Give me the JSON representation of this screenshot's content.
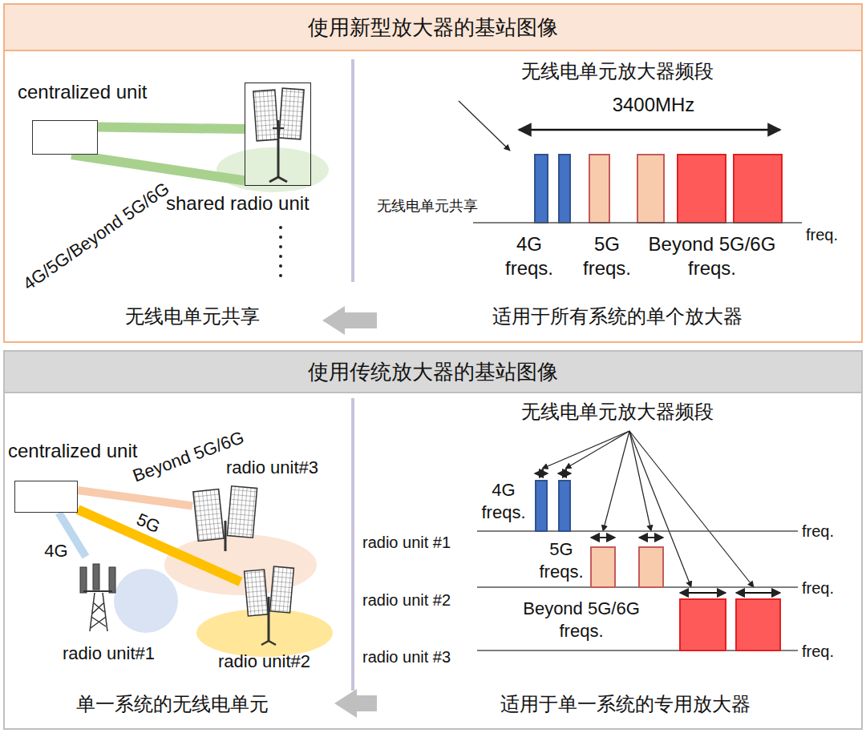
{
  "diagram": {
    "nodes": [
      {
        "text": [
          "使用新型放大器的基站图像"
        ]
      },
      {
        "text": [
          "centralized unit"
        ],
        "in": 0
      },
      {
        "text": [
          "shared radio unit"
        ],
        "in": 0
      },
      {
        "text": [
          "使用传统放大器的基站图像"
        ]
      },
      {
        "text": [
          "centralized unit"
        ],
        "in": 3
      },
      {
        "text": [
          "radio unit#3"
        ],
        "in": 3
      },
      {
        "text": [
          "radio unit#2"
        ],
        "in": 3
      },
      {
        "text": [
          "radio unit#1"
        ],
        "in": 3
      }
    ],
    "edges": [
      {
        "from": 1,
        "to": 2,
        "arrow": "none"
      },
      {
        "from": 1,
        "to": 2,
        "arrow": "none",
        "label": "4G/5G/Beyond 5G/6G"
      },
      {
        "from": 4,
        "to": 7,
        "arrow": "none",
        "label": "4G"
      },
      {
        "from": 4,
        "to": 6,
        "arrow": "none",
        "label": "5G"
      },
      {
        "from": 4,
        "to": 5,
        "arrow": "none",
        "label": "Beyond 5G/6G"
      }
    ],
    "labels": [
      "无线电单元放大器频段",
      "3400MHz",
      "无线电单元共享",
      "4G freqs.",
      "5G freqs.",
      "Beyond 5G/6G freqs.",
      "freq.",
      "无线电单元共享",
      "适用于所有系统的单个放大器",
      "无线电单元放大器频段",
      "4G freqs.",
      "radio unit #1",
      "5G freqs.",
      "radio unit #2",
      "Beyond 5G/6G freqs.",
      "radio unit #3",
      "freq.",
      "freq.",
      "freq.",
      "单一系统的无线电单元",
      "适用于单一系统的专用放大器"
    ]
  }
}
